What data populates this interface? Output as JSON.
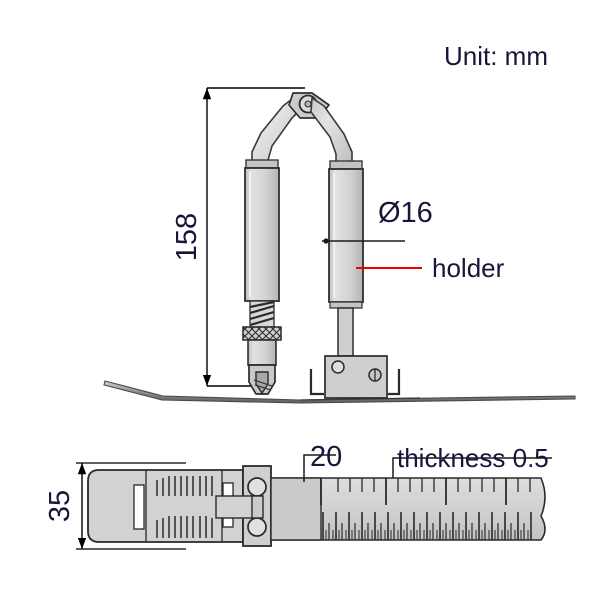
{
  "drawing": {
    "unit_note": "Unit: mm",
    "title": "Unit: mm",
    "colors": {
      "outline": "#3a3a3a",
      "fill_light": "#d6d6d6",
      "fill_mid": "#c4c4c4",
      "fill_dark": "#9a9a9a",
      "text": "#16163a",
      "leader_red": "#ee0000",
      "dimension_line": "#000000"
    },
    "views": [
      {
        "name": "front-elevation",
        "labels": [
          "158",
          "Ø16",
          "holder"
        ]
      },
      {
        "name": "plan-view",
        "labels": [
          "35",
          "20",
          "thickness 0.5"
        ]
      }
    ]
  },
  "dimensions": {
    "height_158": "158",
    "diameter_16": "Ø16",
    "width_35": "35",
    "width_20": "20",
    "thickness": "thickness 0.5"
  },
  "callouts": {
    "holder": "holder"
  },
  "chart_data": {
    "type": "table",
    "title": "Unit: mm",
    "categories": [
      "158",
      "Ø16",
      "35",
      "20",
      "thickness 0.5"
    ],
    "values": [
      158,
      16,
      35,
      20,
      0.5
    ],
    "xlabel": "",
    "ylabel": "",
    "annotations": [
      "holder"
    ]
  }
}
